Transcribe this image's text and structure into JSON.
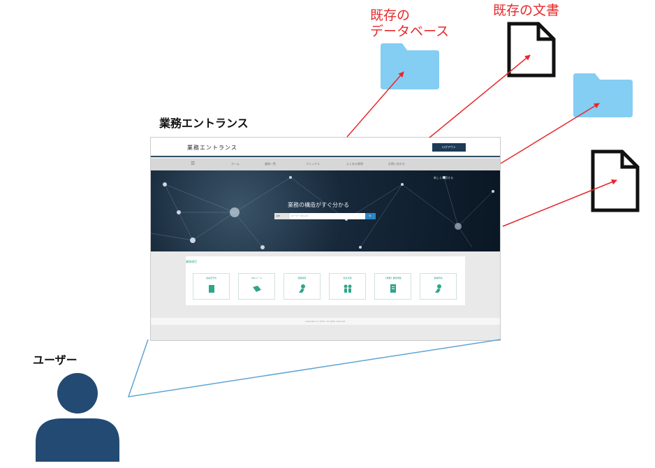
{
  "labels": {
    "existing_database": [
      "既存の",
      "データベース"
    ],
    "existing_documents": "既存の文書",
    "portal_caption": "業務エントランス",
    "user": "ユーザー"
  },
  "colors": {
    "arrow": "#e8272a",
    "folder": "#84cdf3",
    "user": "#234a72",
    "projection": "#5ea4d4",
    "accent_green": "#2fa58a"
  },
  "icons": [
    "folder-icon",
    "document-icon",
    "user-icon"
  ],
  "screenshot": {
    "header_title": "業務エントランス",
    "login_button": "ログアウト",
    "nav": [
      "ホーム",
      "業務一覧",
      "マニュアル",
      "よくある質問",
      "お問い合わせ"
    ],
    "hero_title": "業務の構造がすぐ分かる",
    "search_select": "全体",
    "search_placeholder": "キーワードを入力",
    "search_button": "🔍",
    "hero_corner": "新しく利用する",
    "panel_heading": "業務項目",
    "cards": [
      "会議室予約",
      "Webメール",
      "経費精算",
      "勤怠管理",
      "【重要】業務規程",
      "各種申請"
    ],
    "footer": "Copyright (c) 2020. All rights reserved."
  }
}
